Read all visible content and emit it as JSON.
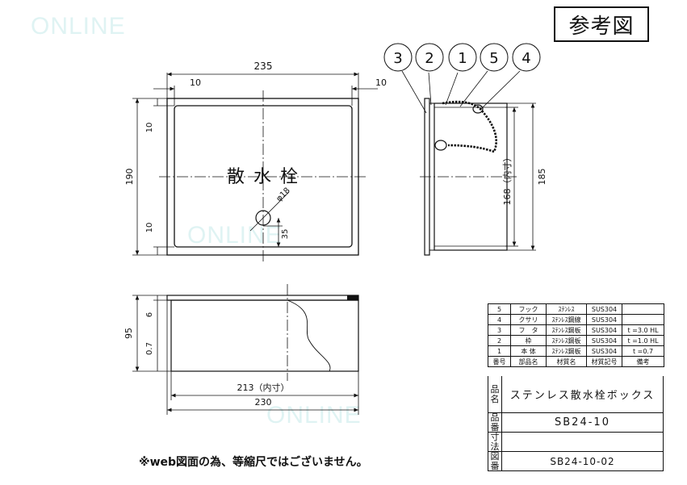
{
  "header": {
    "title": "参考図"
  },
  "watermarks": [
    "ONLINE",
    "ONLINE",
    "ONLINE"
  ],
  "front_view": {
    "dims": {
      "width": "235",
      "left_inset": "10",
      "right_inset": "10",
      "height": "190",
      "top_inset": "10",
      "bottom_inset": "10",
      "hole_offset": "35"
    },
    "plate_label": "散 水 栓",
    "hole_label": "φ18"
  },
  "side_view": {
    "callouts": [
      "3",
      "2",
      "1",
      "5",
      "4"
    ],
    "dims": {
      "inner_height": "168（内寸）",
      "outer_height": "185"
    }
  },
  "bottom_view": {
    "dims": {
      "height": "95",
      "upper": "6",
      "lower": "0.7",
      "inner_width": "213（内寸）",
      "outer_width": "230"
    }
  },
  "parts_table": {
    "rows": [
      [
        "5",
        "フック",
        "ｽﾃﾝﾚｽ",
        "SUS304",
        ""
      ],
      [
        "4",
        "クサリ",
        "ｽﾃﾝﾚｽ鋼線",
        "SUS304",
        ""
      ],
      [
        "3",
        "フ　タ",
        "ｽﾃﾝﾚｽ鋼板",
        "SUS304",
        "t =3.0 HL"
      ],
      [
        "2",
        "枠",
        "ｽﾃﾝﾚｽ鋼板",
        "SUS304",
        "t =1.0 HL"
      ],
      [
        "1",
        "本 体",
        "ｽﾃﾝﾚｽ鋼板",
        "SUS304",
        "t =0.7"
      ]
    ],
    "header": [
      "番号",
      "部品名",
      "材質名",
      "材質記号",
      "備考"
    ]
  },
  "title_block": {
    "name_label": "品名",
    "name_value": "ステンレス散水栓ボックス",
    "code_label": "品番",
    "code_value": "SB24-10",
    "size_label": "寸法",
    "size_value": "",
    "drawing_label": "図番",
    "drawing_value": "SB24-10-02"
  },
  "note": "※web図面の為、等縮尺ではございません。"
}
